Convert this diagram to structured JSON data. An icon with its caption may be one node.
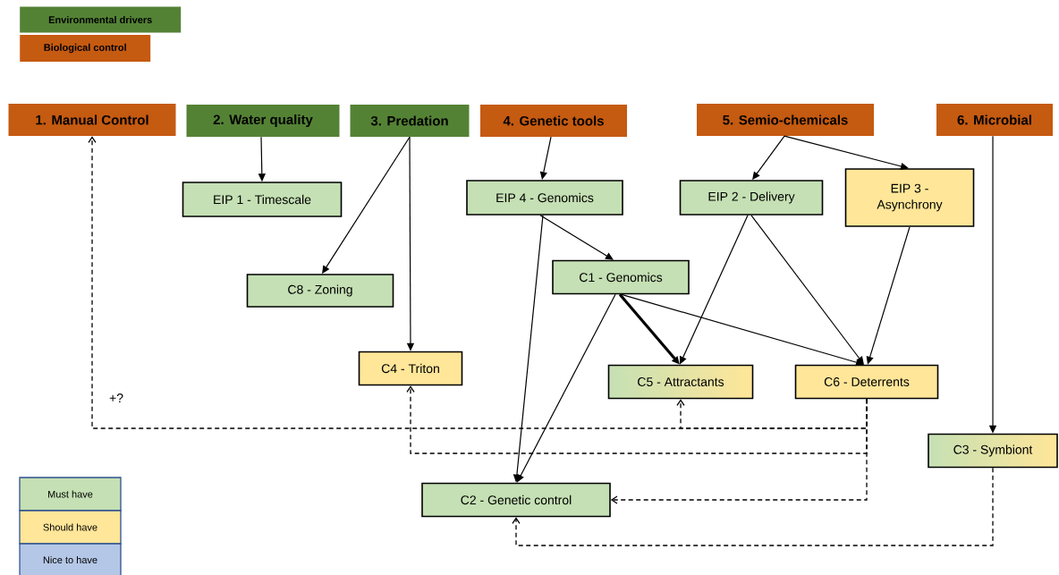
{
  "diagram": {
    "nodes": [
      {
        "text": [
          "1. Manual Control"
        ]
      },
      {
        "text": [
          "2. Water quality"
        ]
      },
      {
        "text": [
          "3. Predation"
        ]
      },
      {
        "text": [
          "4. Genetic tools"
        ]
      },
      {
        "text": [
          "5. Semio-chemicals"
        ]
      },
      {
        "text": [
          "6. **Microbial**"
        ]
      },
      {
        "text": [
          "EIP 1 - Timescale"
        ]
      },
      {
        "text": [
          "EIP 4 - Genomics"
        ]
      },
      {
        "text": [
          "EIP 2 - Delivery"
        ]
      },
      {
        "text": [
          "EIP 3 - Asynchrony"
        ]
      },
      {
        "text": [
          "C8 - Zoning"
        ]
      },
      {
        "text": [
          "C1 - Genomics"
        ]
      },
      {
        "text": [
          "C4 - Triton"
        ]
      },
      {
        "text": [
          "C5 - Attractants"
        ]
      },
      {
        "text": [
          "C6 - Deterrents"
        ]
      },
      {
        "text": [
          "C3 - Symbiont"
        ]
      },
      {
        "text": [
          "C2 - Genetic control"
        ]
      }
    ],
    "edges": [
      {
        "from": 1,
        "to": 6,
        "arrow": "to"
      },
      {
        "from": 2,
        "to": 10,
        "arrow": "to"
      },
      {
        "from": 2,
        "to": 12,
        "arrow": "to"
      },
      {
        "from": 3,
        "to": 7,
        "arrow": "to"
      },
      {
        "from": 4,
        "to": 8,
        "arrow": "to"
      },
      {
        "from": 4,
        "to": 9,
        "arrow": "to"
      },
      {
        "from": 5,
        "to": 15,
        "arrow": "to"
      },
      {
        "from": 7,
        "to": 11,
        "arrow": "to"
      },
      {
        "from": 7,
        "to": 16,
        "arrow": "to"
      },
      {
        "from": 8,
        "to": 13,
        "arrow": "to"
      },
      {
        "from": 8,
        "to": 14,
        "arrow": "to"
      },
      {
        "from": 9,
        "to": 14,
        "arrow": "to"
      },
      {
        "from": 11,
        "to": 13,
        "arrow": "to",
        "style": "thick"
      },
      {
        "from": 11,
        "to": 14,
        "arrow": "to"
      },
      {
        "from": 11,
        "to": 16,
        "arrow": "to"
      },
      {
        "from": 14,
        "to": 0,
        "arrow": "to",
        "style": "dashed",
        "label": "+?"
      },
      {
        "from": 14,
        "to": 13,
        "arrow": "to",
        "style": "dashed"
      },
      {
        "from": 14,
        "to": 12,
        "arrow": "to",
        "style": "dashed"
      },
      {
        "from": 14,
        "to": 16,
        "arrow": "to",
        "style": "dashed"
      },
      {
        "from": 15,
        "to": 16,
        "arrow": "to",
        "style": "dashed"
      }
    ],
    "legend": [
      {
        "text": "Environmental drivers",
        "color": "#548235"
      },
      {
        "text": "Biological control",
        "color": "#c55a11"
      },
      {
        "text": "Must have",
        "color": "#c5e0b4"
      },
      {
        "text": "Should have",
        "color": "#ffe699"
      },
      {
        "text": "Nice to have",
        "color": "#b4c7e7"
      }
    ]
  }
}
